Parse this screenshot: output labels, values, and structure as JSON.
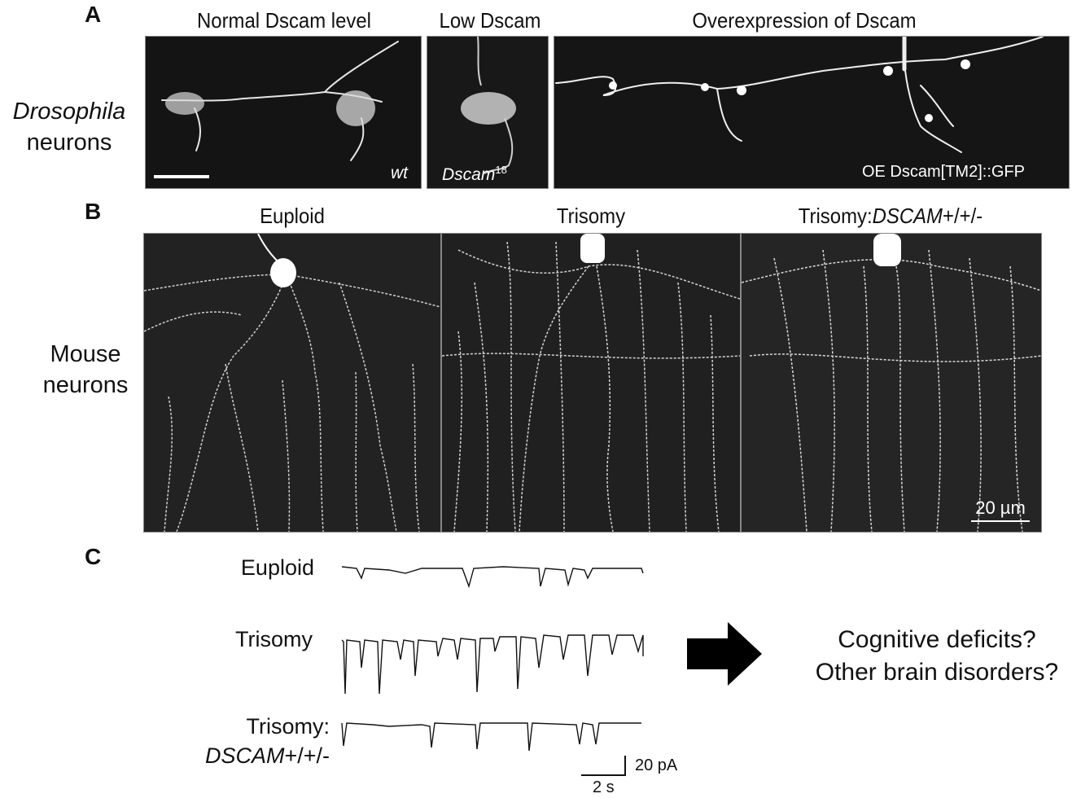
{
  "panel_A": {
    "letter": "A",
    "row_label_line1": "Drosophila",
    "row_label_line2": "neurons",
    "columns": [
      {
        "title": "Normal Dscam level",
        "label": "wt"
      },
      {
        "title": "Low Dscam",
        "label_base": "Dscam",
        "label_sup": "18"
      },
      {
        "title": "Overexpression of Dscam",
        "label": "OE Dscam[TM2]::GFP"
      }
    ]
  },
  "panel_B": {
    "letter": "B",
    "row_label_line1": "Mouse",
    "row_label_line2": "neurons",
    "columns": [
      {
        "title": "Euploid"
      },
      {
        "title": "Trisomy"
      },
      {
        "title_prefix": "Trisomy:",
        "title_italic": "DSCAM",
        "title_suffix": "+/+/-"
      }
    ],
    "scale_bar": "20 µm"
  },
  "panel_C": {
    "letter": "C",
    "traces": [
      {
        "label": "Euploid"
      },
      {
        "label": "Trisomy"
      },
      {
        "label_line1": "Trisomy:",
        "label_line2_italic": "DSCAM",
        "label_line2_suffix": "+/+/-"
      }
    ],
    "scale_y": "20 pA",
    "scale_x": "2 s",
    "arrow": "right-arrow",
    "question_line1": "Cognitive deficits?",
    "question_line2": "Other brain disorders?"
  }
}
